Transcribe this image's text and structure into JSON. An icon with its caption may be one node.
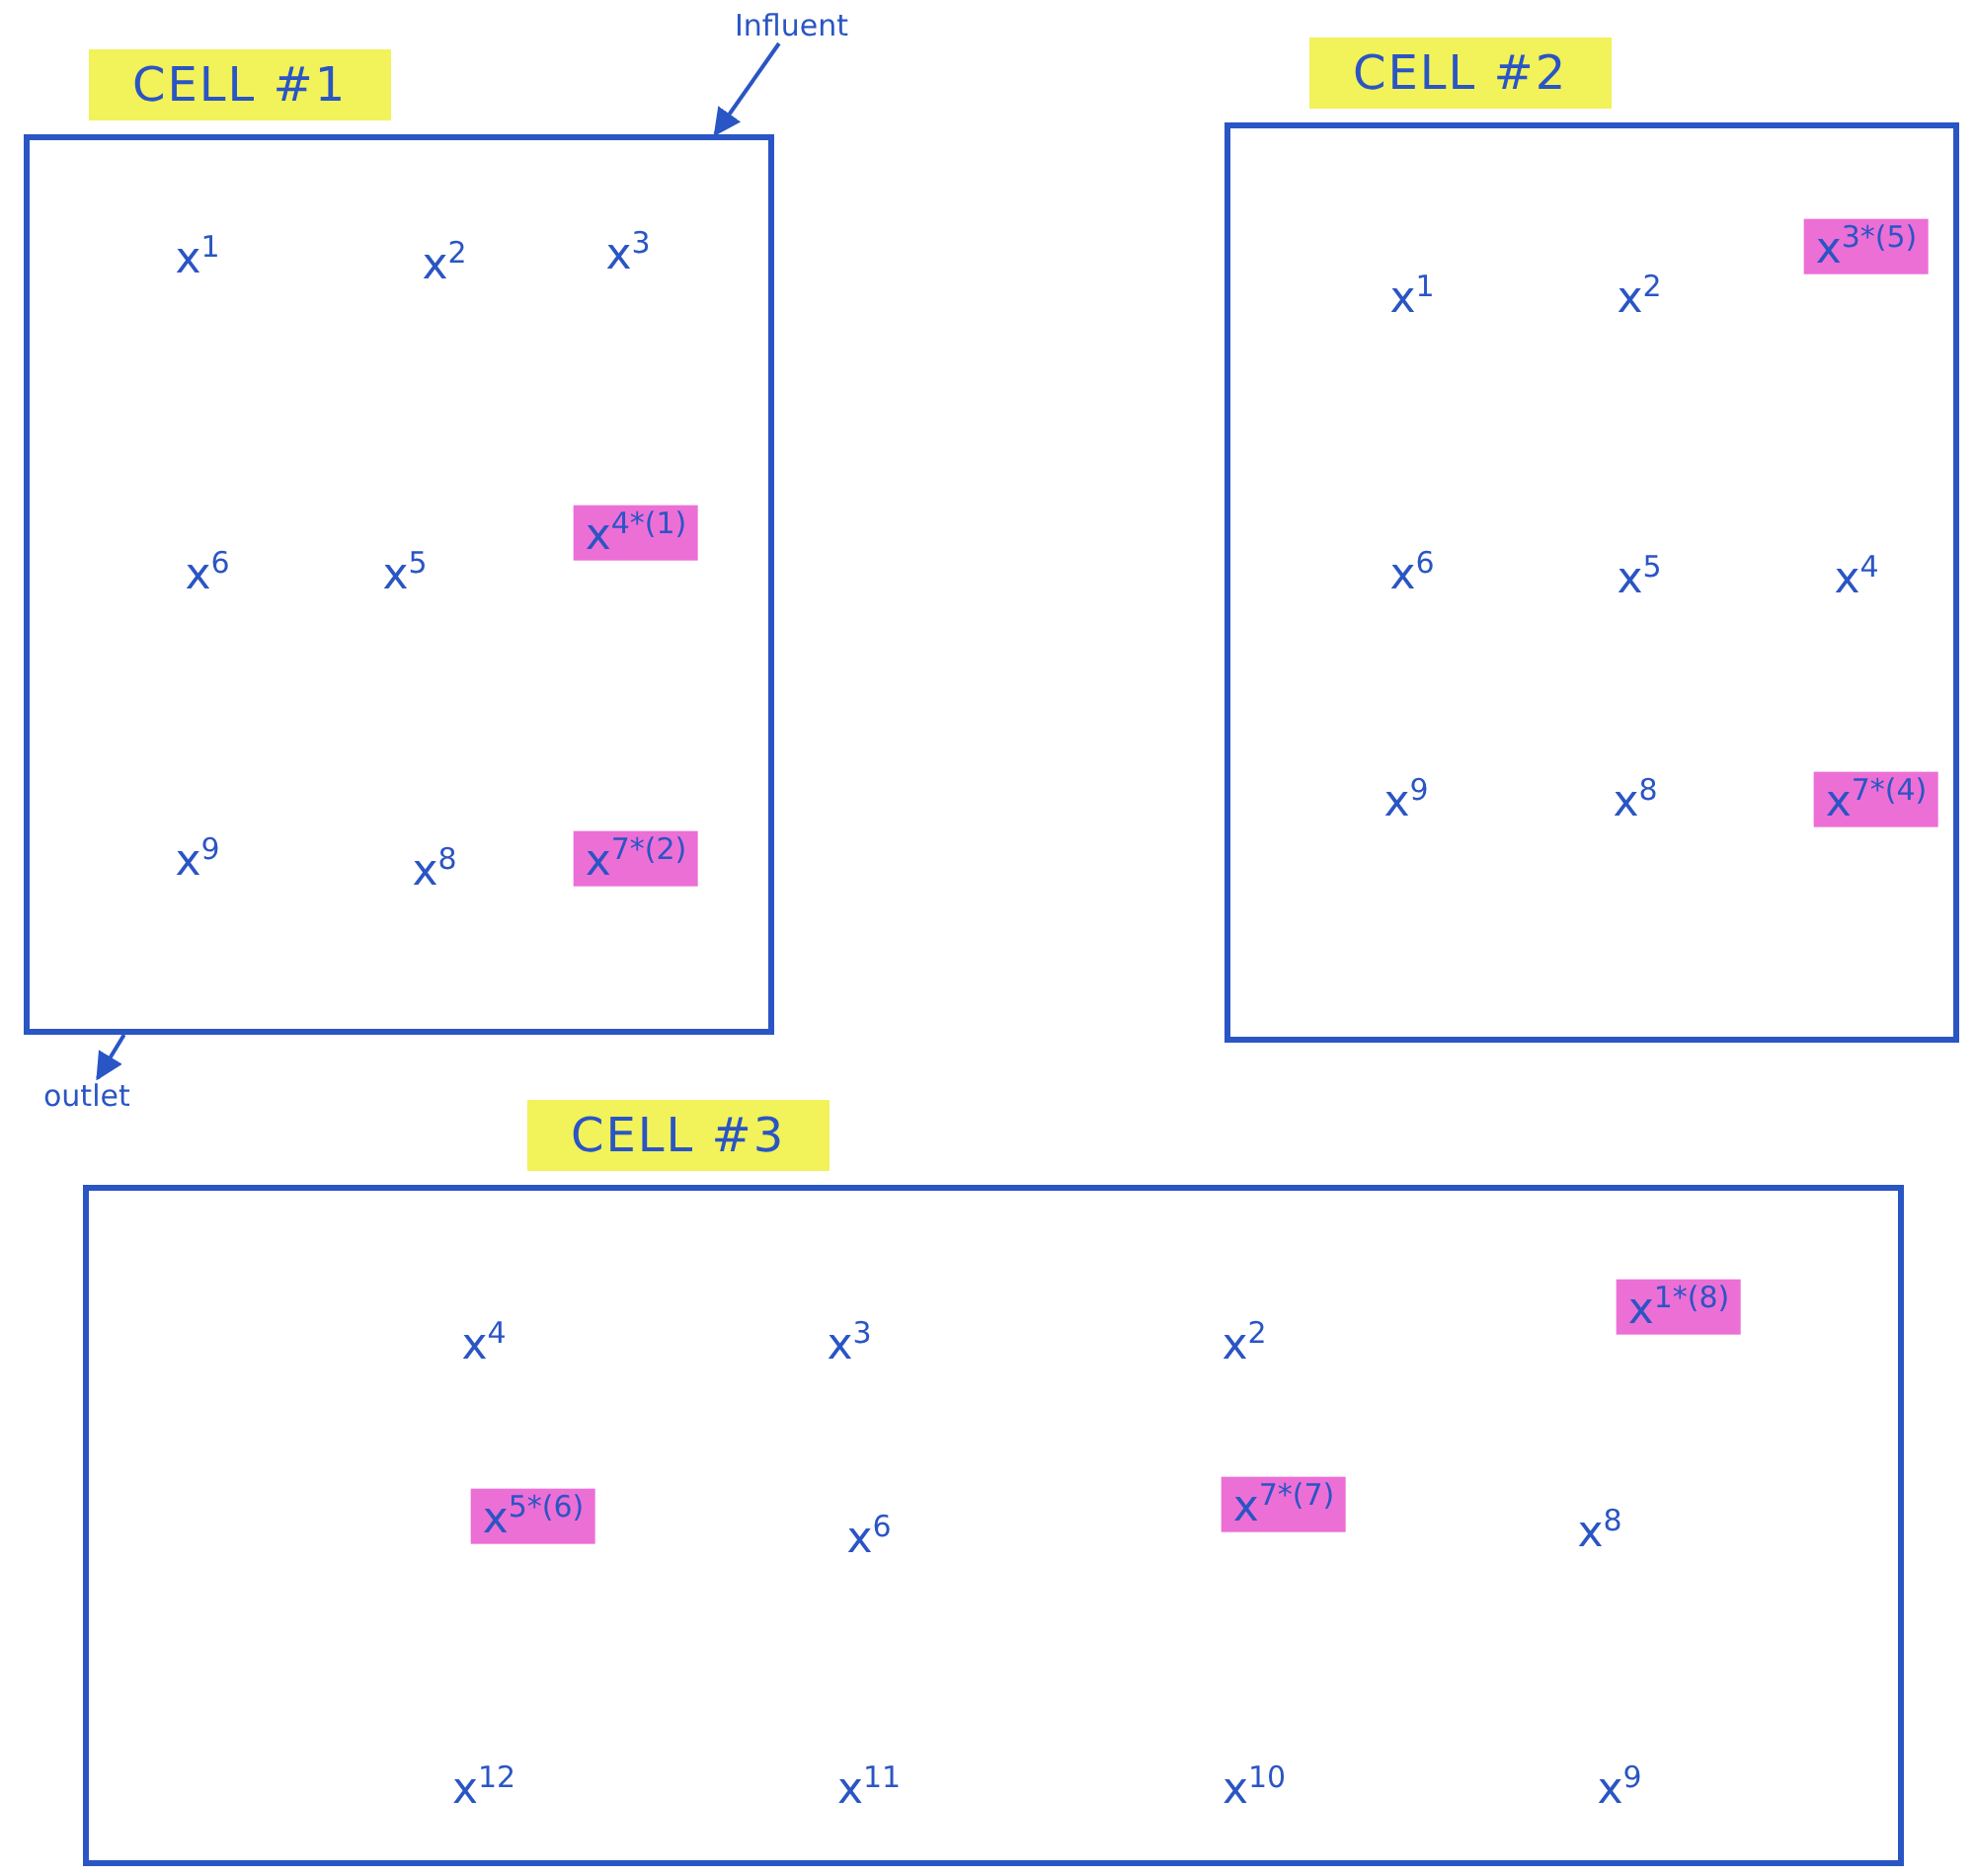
{
  "diagram": {
    "nodes": [
      {
        "text": [
          "CELL #1"
        ]
      },
      {
        "text": [
          "Influent"
        ]
      },
      {
        "text": [
          "CELL #2"
        ]
      },
      {
        "text": [
          "outlet"
        ]
      },
      {
        "text": [
          "CELL #3"
        ]
      }
    ],
    "edges": [
      {
        "from": 1,
        "to": 0,
        "arrow": "to"
      },
      {
        "from": 0,
        "to": 3,
        "arrow": "to"
      }
    ],
    "labels": [
      "x$^{1}$",
      "x$^{2}$",
      "x$^{3}$",
      "x$^{6}$",
      "x$^{5}$",
      "x$^{4*(1)}$",
      "x$^{9}$",
      "x$^{8}$",
      "x$^{7*(2)}$",
      "x$^{1}$",
      "x$^{2}$",
      "x$^{3*(5)}$",
      "x$^{6}$",
      "x$^{5}$",
      "x$^{4}$",
      "x$^{9}$",
      "x$^{8}$",
      "x$^{7*(4)}$",
      "x$^{4}$",
      "x$^{3}$",
      "x$^{2}$",
      "x$^{1*(8)}$",
      "x$^{5*(6)}$",
      "x$^{6}$",
      "x$^{7*(7)}$",
      "x$^{8}$",
      "x$^{12}$",
      "x$^{11}$",
      "x$^{10}$",
      "x$^{9}$"
    ]
  }
}
